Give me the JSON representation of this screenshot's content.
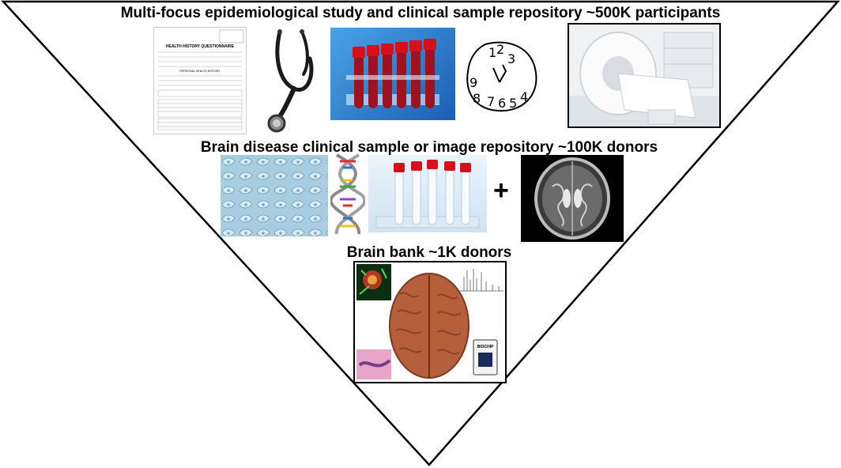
{
  "tiers": [
    {
      "title": "Multi-focus epidemiological study and clinical sample repository ~500K participants"
    },
    {
      "title": "Brain disease clinical sample or image repository  ~100K donors"
    },
    {
      "title": "Brain bank ~1K donors"
    }
  ],
  "tier1_images": {
    "questionnaire": {
      "heading": "HEALTH HISTORY QUESTIONNAIRE",
      "subheading": "PERSONAL HEALTH HISTORY"
    },
    "stethoscope": {
      "icon": "stethoscope-icon"
    },
    "blood_tubes": {
      "icon": "blood-tubes-photo"
    },
    "clock_drawing": {
      "numbers": [
        "1",
        "2",
        "3",
        "4",
        "5",
        "6",
        "7",
        "8",
        "9"
      ]
    },
    "mri_scanner": {
      "icon": "mri-scanner-photo"
    }
  },
  "tier2_images": {
    "cells": {
      "icon": "cell-culture-photo"
    },
    "dna": {
      "icon": "dna-helix-icon"
    },
    "tubes": {
      "icon": "sample-tubes-photo"
    },
    "plus": "+",
    "brain_mri": {
      "icon": "brain-mri-photo"
    }
  },
  "tier3_images": {
    "brain": {
      "icon": "human-brain-photo"
    },
    "device": {
      "label": "BIOCHIP"
    }
  },
  "colors": {
    "outline": "#000000",
    "blood": "#b01020",
    "cap": "#d8101a",
    "brain": "#b5603a"
  }
}
